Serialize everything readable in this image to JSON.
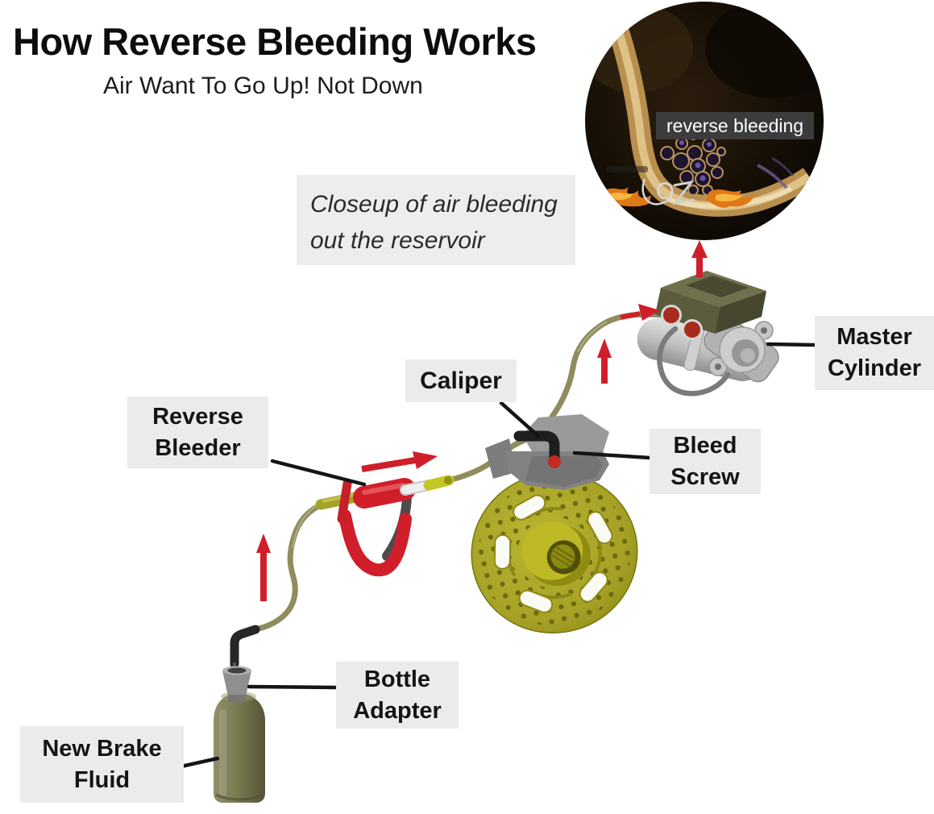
{
  "header": {
    "title": "How Reverse Bleeding Works",
    "subtitle": "Air Want To Go Up! Not Down"
  },
  "inset": {
    "photo_label": "reverse bleeding",
    "caption": "Closeup of air bleeding out the reservoir"
  },
  "part_labels": {
    "master_cylinder": "Master Cylinder",
    "caliper": "Caliper",
    "bleed_screw": "Bleed Screw",
    "reverse_bleeder": "Reverse Bleeder",
    "bottle_adapter": "Bottle Adapter",
    "new_brake_fluid": "New Brake Fluid"
  },
  "colors": {
    "background": "#ffffff",
    "label_background": "#ebebeb",
    "label_text": "#141414",
    "flow_arrow_red": "#d01f2b",
    "leader_line": "#151515",
    "disc_olive": "#a9a52b",
    "hose_olive": "#8f8c5e",
    "bottle_olive": "#7b7b51",
    "tool_red": "#d01f2b",
    "metal_gray": "#b8b8b8",
    "photo_label_background": "#3c3c3c",
    "photo_label_text": "#ffffff"
  }
}
